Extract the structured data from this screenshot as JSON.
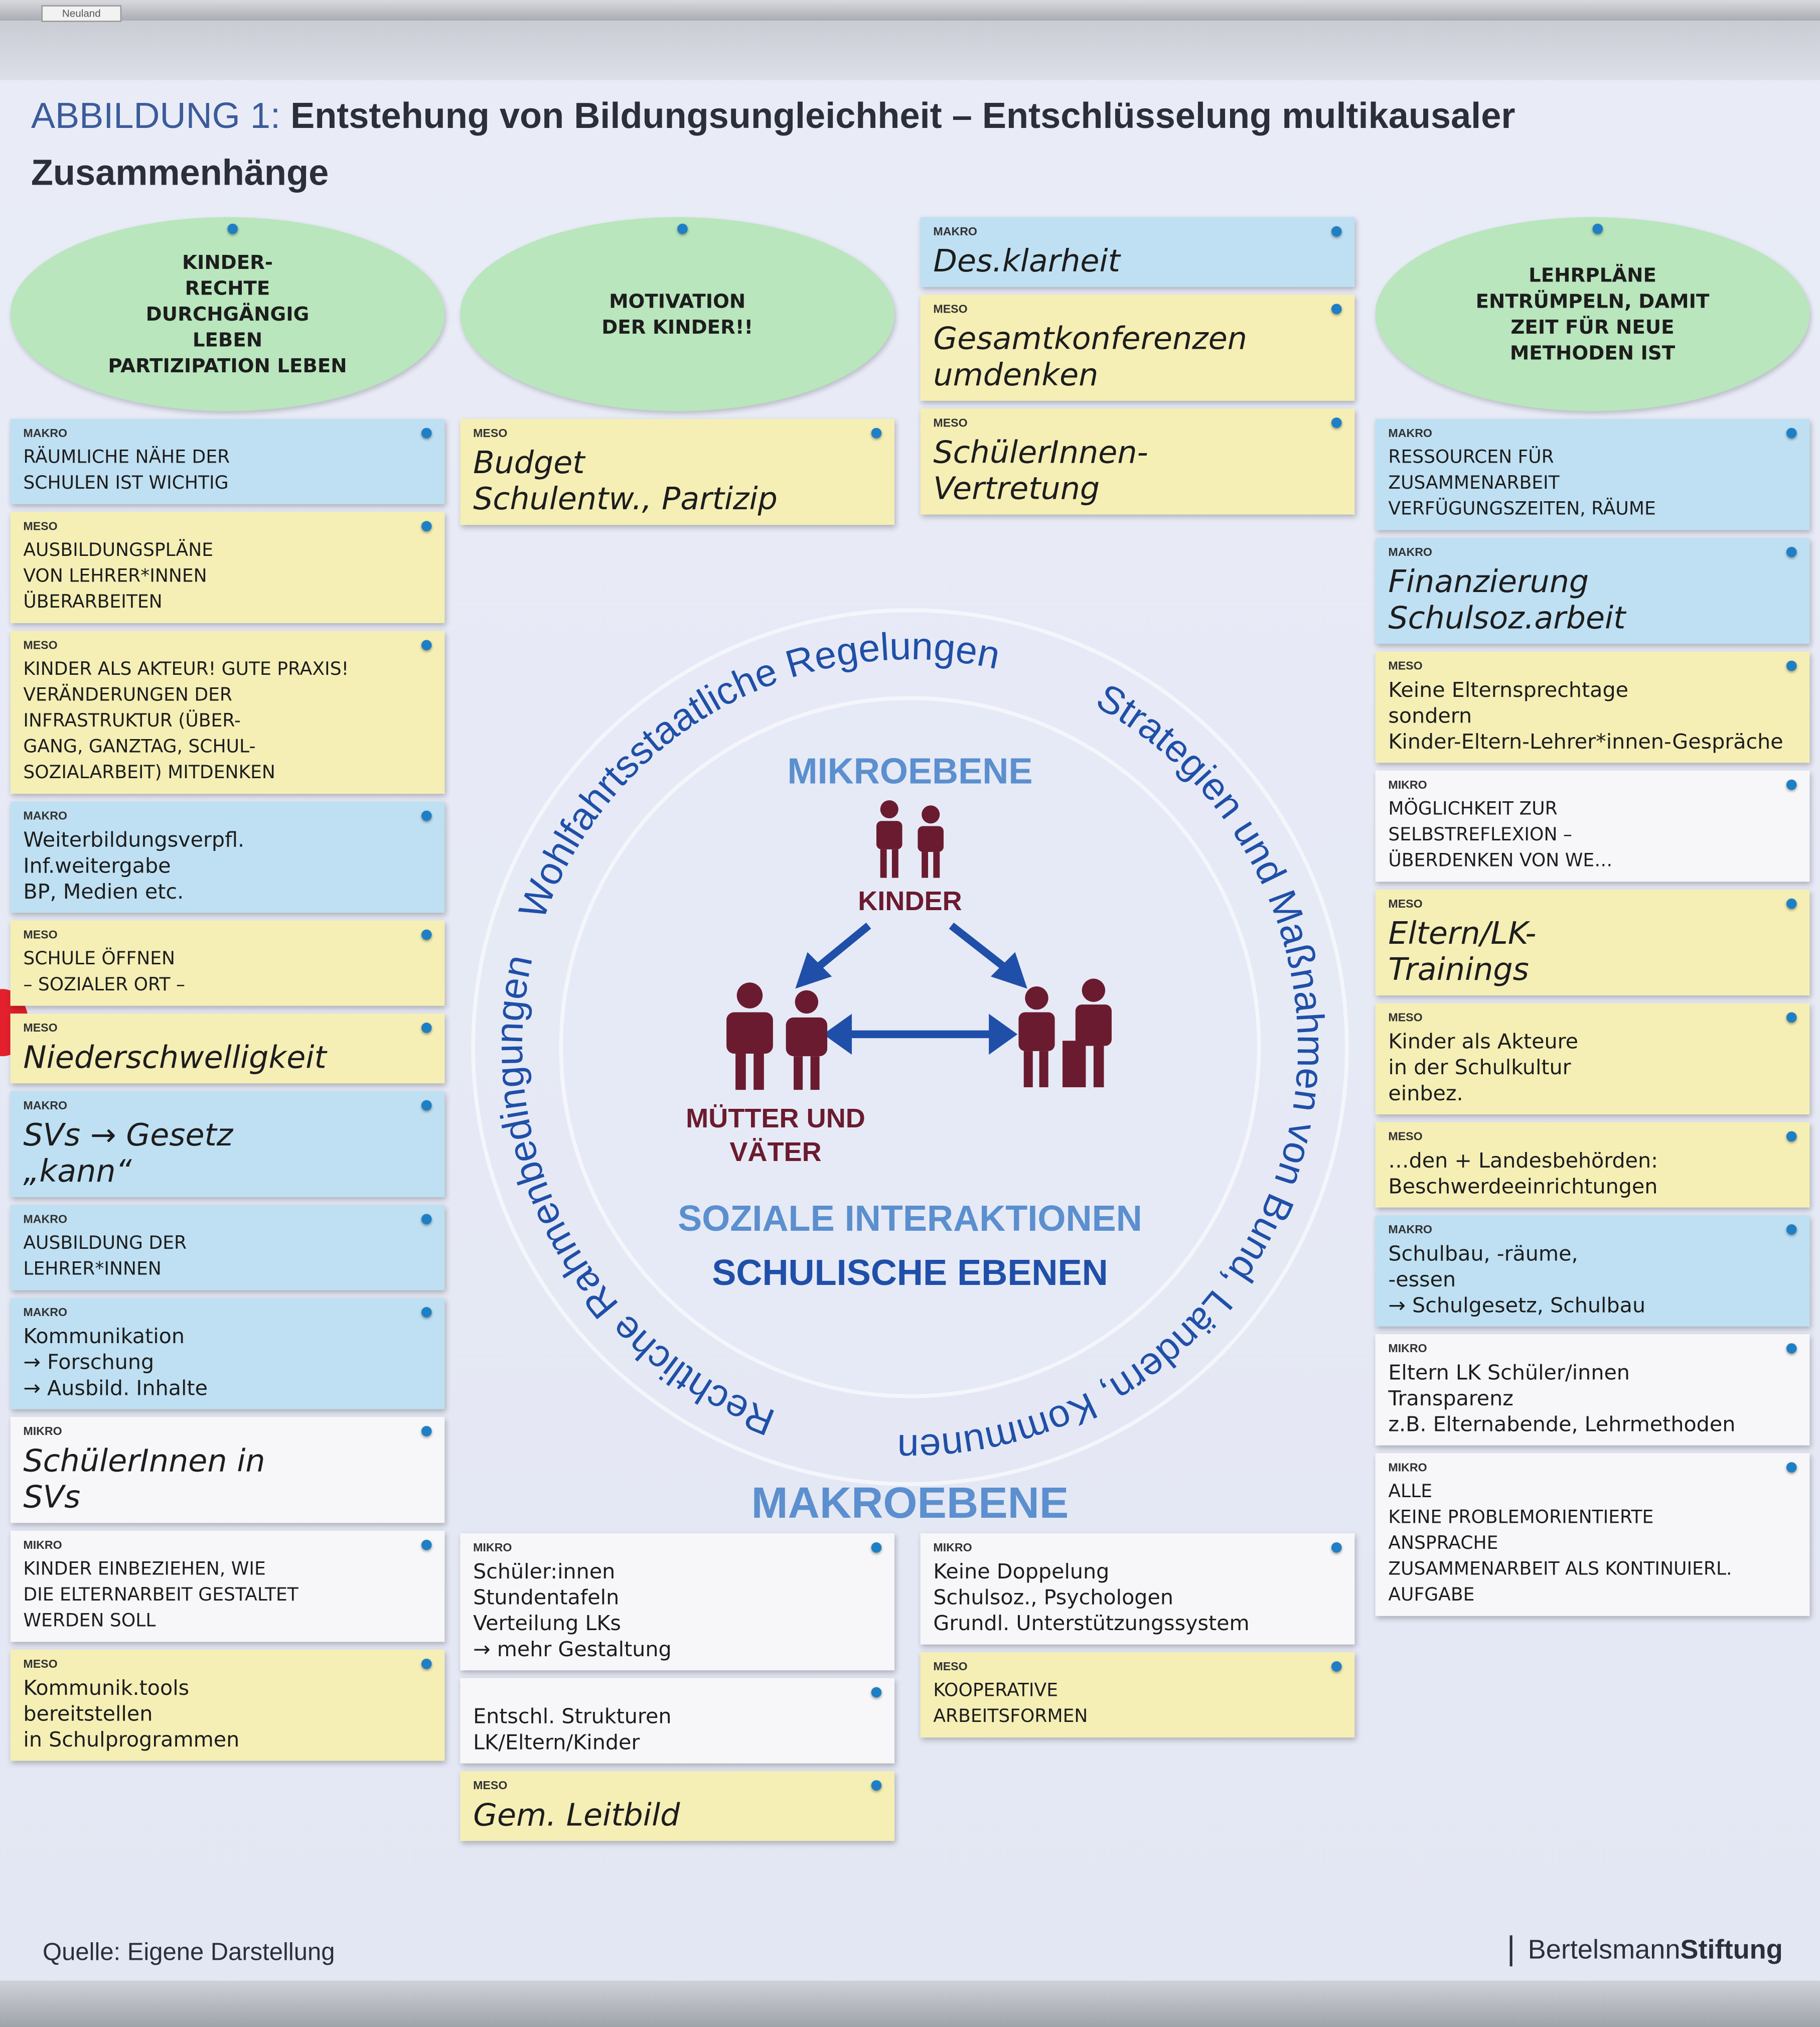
{
  "frame_label": "Neuland",
  "title": {
    "lead": "ABBILDUNG 1:",
    "main": "Entstehung von Bildungsungleichheit – Entschlüsselung multikausaler Zusammenhänge"
  },
  "diagram": {
    "arc_top": "Wohlfahrtsstaatliche Regelungen",
    "arc_right": "Strategien und Maßnahmen von Bund, Ländern, Kommunen",
    "arc_left": "Rechtliche Rahmenbedingungen",
    "outer_level": "MAKROEBENE",
    "inner_left": "MIKROEBENE",
    "inner_bottom": "SOZIALE INTERAKTIONEN",
    "inner_right": "SCHULISCHE EBENEN",
    "node_children": "KINDER",
    "node_parents_line1": "MÜTTER UND",
    "node_parents_line2": "VÄTER",
    "accent_color": "#1f4fa8",
    "figure_color": "#6b1b2f"
  },
  "ovals": [
    {
      "lines": [
        "Kinder-",
        "rechte",
        "durchgängig",
        "leben",
        "Partizipation leben"
      ]
    },
    {
      "lines": [
        "Motivation",
        "der Kinder!!"
      ]
    },
    {
      "lines": [
        "Lehrpläne",
        "entrümpeln, damit",
        "Zeit für neue",
        "Methoden ist"
      ]
    }
  ],
  "notes": [
    {
      "level": "MAKRO",
      "color": "makro",
      "style": "big",
      "lines": [
        "Des.klarheit"
      ]
    },
    {
      "level": "MESO",
      "color": "meso",
      "style": "big",
      "lines": [
        "Budget",
        "Schulentw., Partizip"
      ]
    },
    {
      "level": "MESO",
      "color": "meso",
      "style": "big",
      "lines": [
        "Gesamtkonferenzen",
        "umdenken"
      ]
    },
    {
      "level": "MAKRO",
      "color": "makro",
      "style": "caps",
      "lines": [
        "Ressourcen für",
        "Zusammenarbeit",
        "Verfügungszeiten, Räume"
      ]
    },
    {
      "level": "MESO",
      "color": "meso",
      "style": "caps",
      "lines": [
        "Ausbildungspläne",
        "von Lehrer*innen",
        "überarbeiten"
      ]
    },
    {
      "level": "MESO",
      "color": "meso",
      "style": "big",
      "lines": [
        "SchülerInnen-",
        "Vertretung"
      ]
    },
    {
      "level": "MAKRO",
      "color": "makro",
      "style": "big",
      "lines": [
        "Finanzierung",
        "Schulsoz.arbeit"
      ]
    },
    {
      "level": "",
      "color": "mikro",
      "style": "",
      "lines": [
        "Entschl. Strukturen",
        "LK/Eltern/Kinder"
      ]
    },
    {
      "level": "MIKRO",
      "color": "mikro",
      "style": "",
      "lines": [
        "Schüler:innen",
        "Stundentafeln",
        "Verteilung LKs",
        "→ mehr Gestaltung"
      ]
    },
    {
      "level": "MAKRO",
      "color": "makro",
      "style": "caps",
      "lines": [
        "Räumliche Nähe der",
        "Schulen ist wichtig"
      ]
    },
    {
      "level": "MESO",
      "color": "meso",
      "style": "",
      "lines": [
        "Keine Elternsprechtage",
        "sondern",
        "Kinder-Eltern-Lehrer*innen-Gespräche"
      ]
    },
    {
      "level": "MIKRO",
      "color": "mikro",
      "style": "caps",
      "lines": [
        "Kinder einbeziehen, wie",
        "die Elternarbeit gestaltet",
        "werden soll"
      ]
    },
    {
      "level": "MIKRO",
      "color": "mikro",
      "style": "caps",
      "lines": [
        "Möglichkeit zur",
        "Selbstreflexion –",
        "Überdenken von we…"
      ]
    },
    {
      "level": "MESO",
      "color": "meso",
      "style": "caps",
      "lines": [
        "Kinder als Akteur! Gute Praxis!",
        "Veränderungen der",
        "Infrastruktur (Über-",
        "gang, Ganztag, Schul-",
        "sozialarbeit) mitdenken"
      ]
    },
    {
      "level": "MIKRO",
      "color": "mikro",
      "style": "big",
      "lines": [
        "SchülerInnen in",
        "SVs"
      ]
    },
    {
      "level": "MESO",
      "color": "meso",
      "style": "big",
      "lines": [
        "Eltern/LK-",
        "Trainings"
      ]
    },
    {
      "level": "MAKRO",
      "color": "makro",
      "style": "",
      "lines": [
        "Weiterbildungsverpfl.",
        "Inf.weitergabe",
        "BP, Medien etc."
      ]
    },
    {
      "level": "MESO",
      "color": "meso",
      "style": "caps",
      "lines": [
        "Schule öffnen",
        "– sozialer Ort –"
      ]
    },
    {
      "level": "MESO",
      "color": "meso",
      "style": "",
      "lines": [
        "Kinder als Akteure",
        "in der Schulkultur",
        "einbez."
      ]
    },
    {
      "level": "MESO",
      "color": "meso",
      "style": "big",
      "lines": [
        "Niederschwelligkeit"
      ]
    },
    {
      "level": "MESO",
      "color": "meso",
      "style": "",
      "lines": [
        "…den + Landesbehörden:",
        "Beschwerdeeinrichtungen"
      ]
    },
    {
      "level": "MIKRO",
      "color": "mikro",
      "style": "caps",
      "lines": [
        "Alle",
        "Keine problemorientierte",
        "Ansprache",
        "Zusammenarbeit als kontinuierl.",
        "Aufgabe"
      ]
    },
    {
      "level": "MIKRO",
      "color": "mikro",
      "style": "",
      "lines": [
        "Eltern  LK  Schüler/innen",
        "Transparenz",
        "z.B. Elternabende, Lehrmethoden"
      ]
    },
    {
      "level": "MAKRO",
      "color": "makro",
      "style": "big",
      "lines": [
        "SVs → Gesetz",
        "„kann“"
      ]
    },
    {
      "level": "MIKRO",
      "color": "mikro",
      "style": "",
      "lines": [
        "Keine Doppelung",
        "Schulsoz., Psychologen",
        "Grundl. Unterstützungssystem"
      ]
    },
    {
      "level": "MESO",
      "color": "meso",
      "style": "big",
      "lines": [
        "Gem. Leitbild"
      ]
    },
    {
      "level": "MESO",
      "color": "meso",
      "style": "caps",
      "lines": [
        "Kooperative",
        "Arbeitsformen"
      ]
    },
    {
      "level": "MESO",
      "color": "meso",
      "style": "",
      "lines": [
        "Kommunik.tools",
        "bereitstellen",
        "in Schulprogrammen"
      ]
    },
    {
      "level": "MAKRO",
      "color": "makro",
      "style": "",
      "lines": [
        "Schulbau, -räume,",
        "-essen",
        "→ Schulgesetz, Schulbau"
      ]
    },
    {
      "level": "MAKRO",
      "color": "makro",
      "style": "caps",
      "lines": [
        "Ausbildung der",
        "Lehrer*innen"
      ]
    },
    {
      "level": "MAKRO",
      "color": "makro",
      "style": "",
      "lines": [
        "Kommunikation",
        "→ Forschung",
        "→ Ausbild. Inhalte"
      ]
    }
  ],
  "footer": {
    "source": "Quelle: Eigene Darstellung",
    "brand_regular": "Bertelsmann",
    "brand_bold": "Stiftung"
  }
}
